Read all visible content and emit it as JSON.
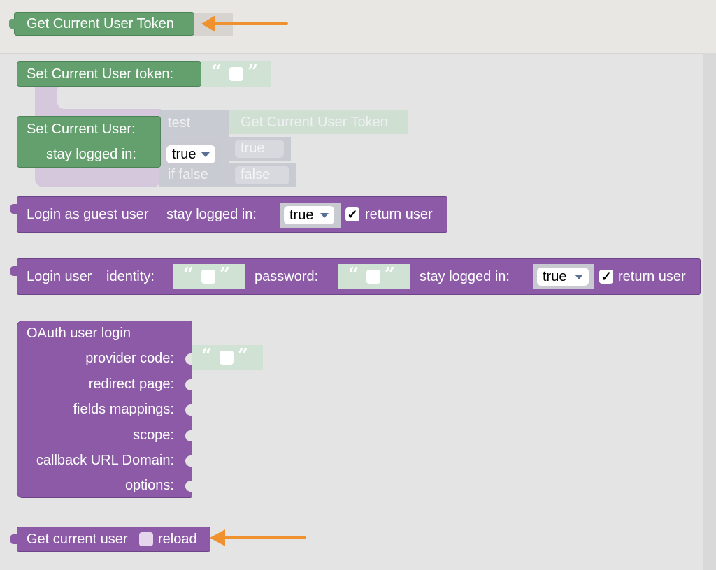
{
  "blocks": {
    "get_token": {
      "label": "Get Current User Token"
    },
    "set_token": {
      "label": "Set Current User token:"
    },
    "set_user": {
      "label": "Set Current User:",
      "stay_label": "stay logged in:",
      "stay_value": "true",
      "ghost_test": "test",
      "ghost_get_token": "Get Current User Token",
      "ghost_true": "true",
      "ghost_if_false": "if false",
      "ghost_false": "false"
    },
    "guest_login": {
      "label": "Login as guest user",
      "stay_label": "stay logged in:",
      "stay_value": "true",
      "check_mark": "✓",
      "return_label": "return user"
    },
    "login_user": {
      "label": "Login user",
      "identity_label": "identity:",
      "password_label": "password:",
      "stay_label": "stay logged in:",
      "stay_value": "true",
      "check_mark": "✓",
      "return_label": "return user"
    },
    "oauth": {
      "title": "OAuth user login",
      "inputs": [
        "provider code:",
        "redirect page:",
        "fields mappings:",
        "scope:",
        "callback URL Domain:",
        "options:"
      ]
    },
    "current_user": {
      "label": "Get current user",
      "reload_label": "reload"
    }
  },
  "quotes": {
    "open": "“",
    "close": "”"
  },
  "colors": {
    "green": "#64a06e",
    "purple": "#8c5aa6",
    "arrow": "#f0912f"
  },
  "icons": {
    "arrow": "arrow-left-icon",
    "dropdown": "caret-down-icon",
    "check": "check-icon"
  }
}
